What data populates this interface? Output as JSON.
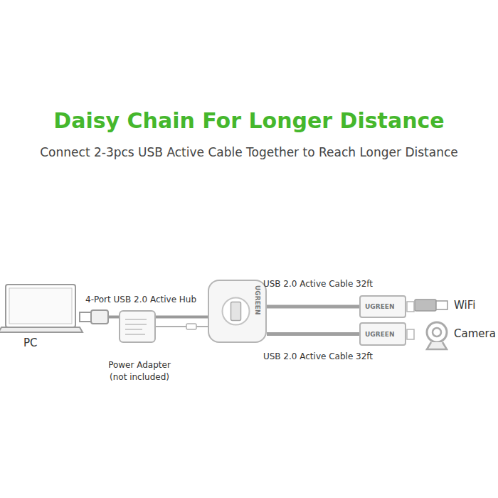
{
  "diagram": {
    "title": "Daisy Chain For Longer Distance",
    "caption": "Connect 2-3pcs USB Active Cable Together to Reach Longer Distance",
    "nodes": [
      {
        "text": [
          "UGREEN"
        ]
      },
      {
        "text": [
          "UGREEN"
        ]
      },
      {
        "text": [
          "UGREEN"
        ]
      }
    ],
    "edges": [
      {
        "from": 0,
        "to": 1,
        "arrow": "none",
        "label": "USB 2.0 Active Cable 32ft"
      },
      {
        "from": 0,
        "to": 2,
        "arrow": "none",
        "label": "USB 2.0 Active Cable 32ft"
      }
    ],
    "labels": [
      "4-Port USB 2.0 Active Hub",
      "PC",
      "Power Adapter (not included)",
      "WiFi",
      "Camera"
    ]
  }
}
